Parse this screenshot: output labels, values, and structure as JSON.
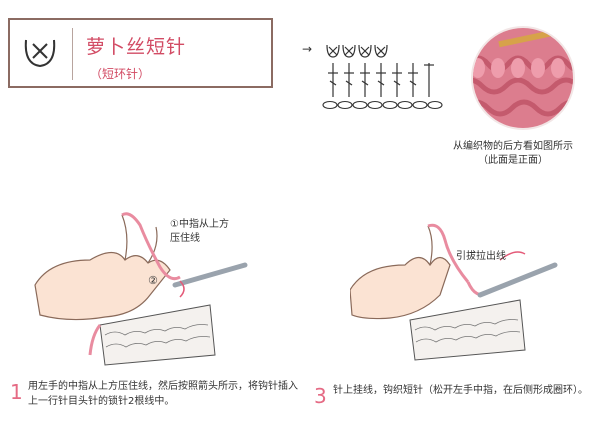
{
  "header": {
    "title": "萝卜丝短针",
    "subtitle": "（短环针）",
    "symbol_icon": "crossed-loop-stitch-icon"
  },
  "diagram": {
    "arrow": "→"
  },
  "photo": {
    "caption_line1": "从编织物的后方看如图所示",
    "caption_line2": "（此面是正面）"
  },
  "illustration1": {
    "note_line1": "①中指从上方",
    "note_line2": "压住线",
    "marker": "②"
  },
  "illustration2": {
    "note": "引拔拉出线"
  },
  "steps": [
    {
      "number": "1",
      "text": "用左手的中指从上方压住线，然后按照箭头所示，将钩针插入上一行针目头针的锁针2根线中。"
    },
    {
      "number": "3",
      "text": "针上挂线，钩织短针（松开左手中指，在后侧形成圈环）。"
    }
  ],
  "colors": {
    "accent": "#d24b64",
    "step_number": "#e56a84",
    "yarn": "#e98ca0",
    "hook": "#9aa3ad",
    "border": "#8b6b62"
  }
}
